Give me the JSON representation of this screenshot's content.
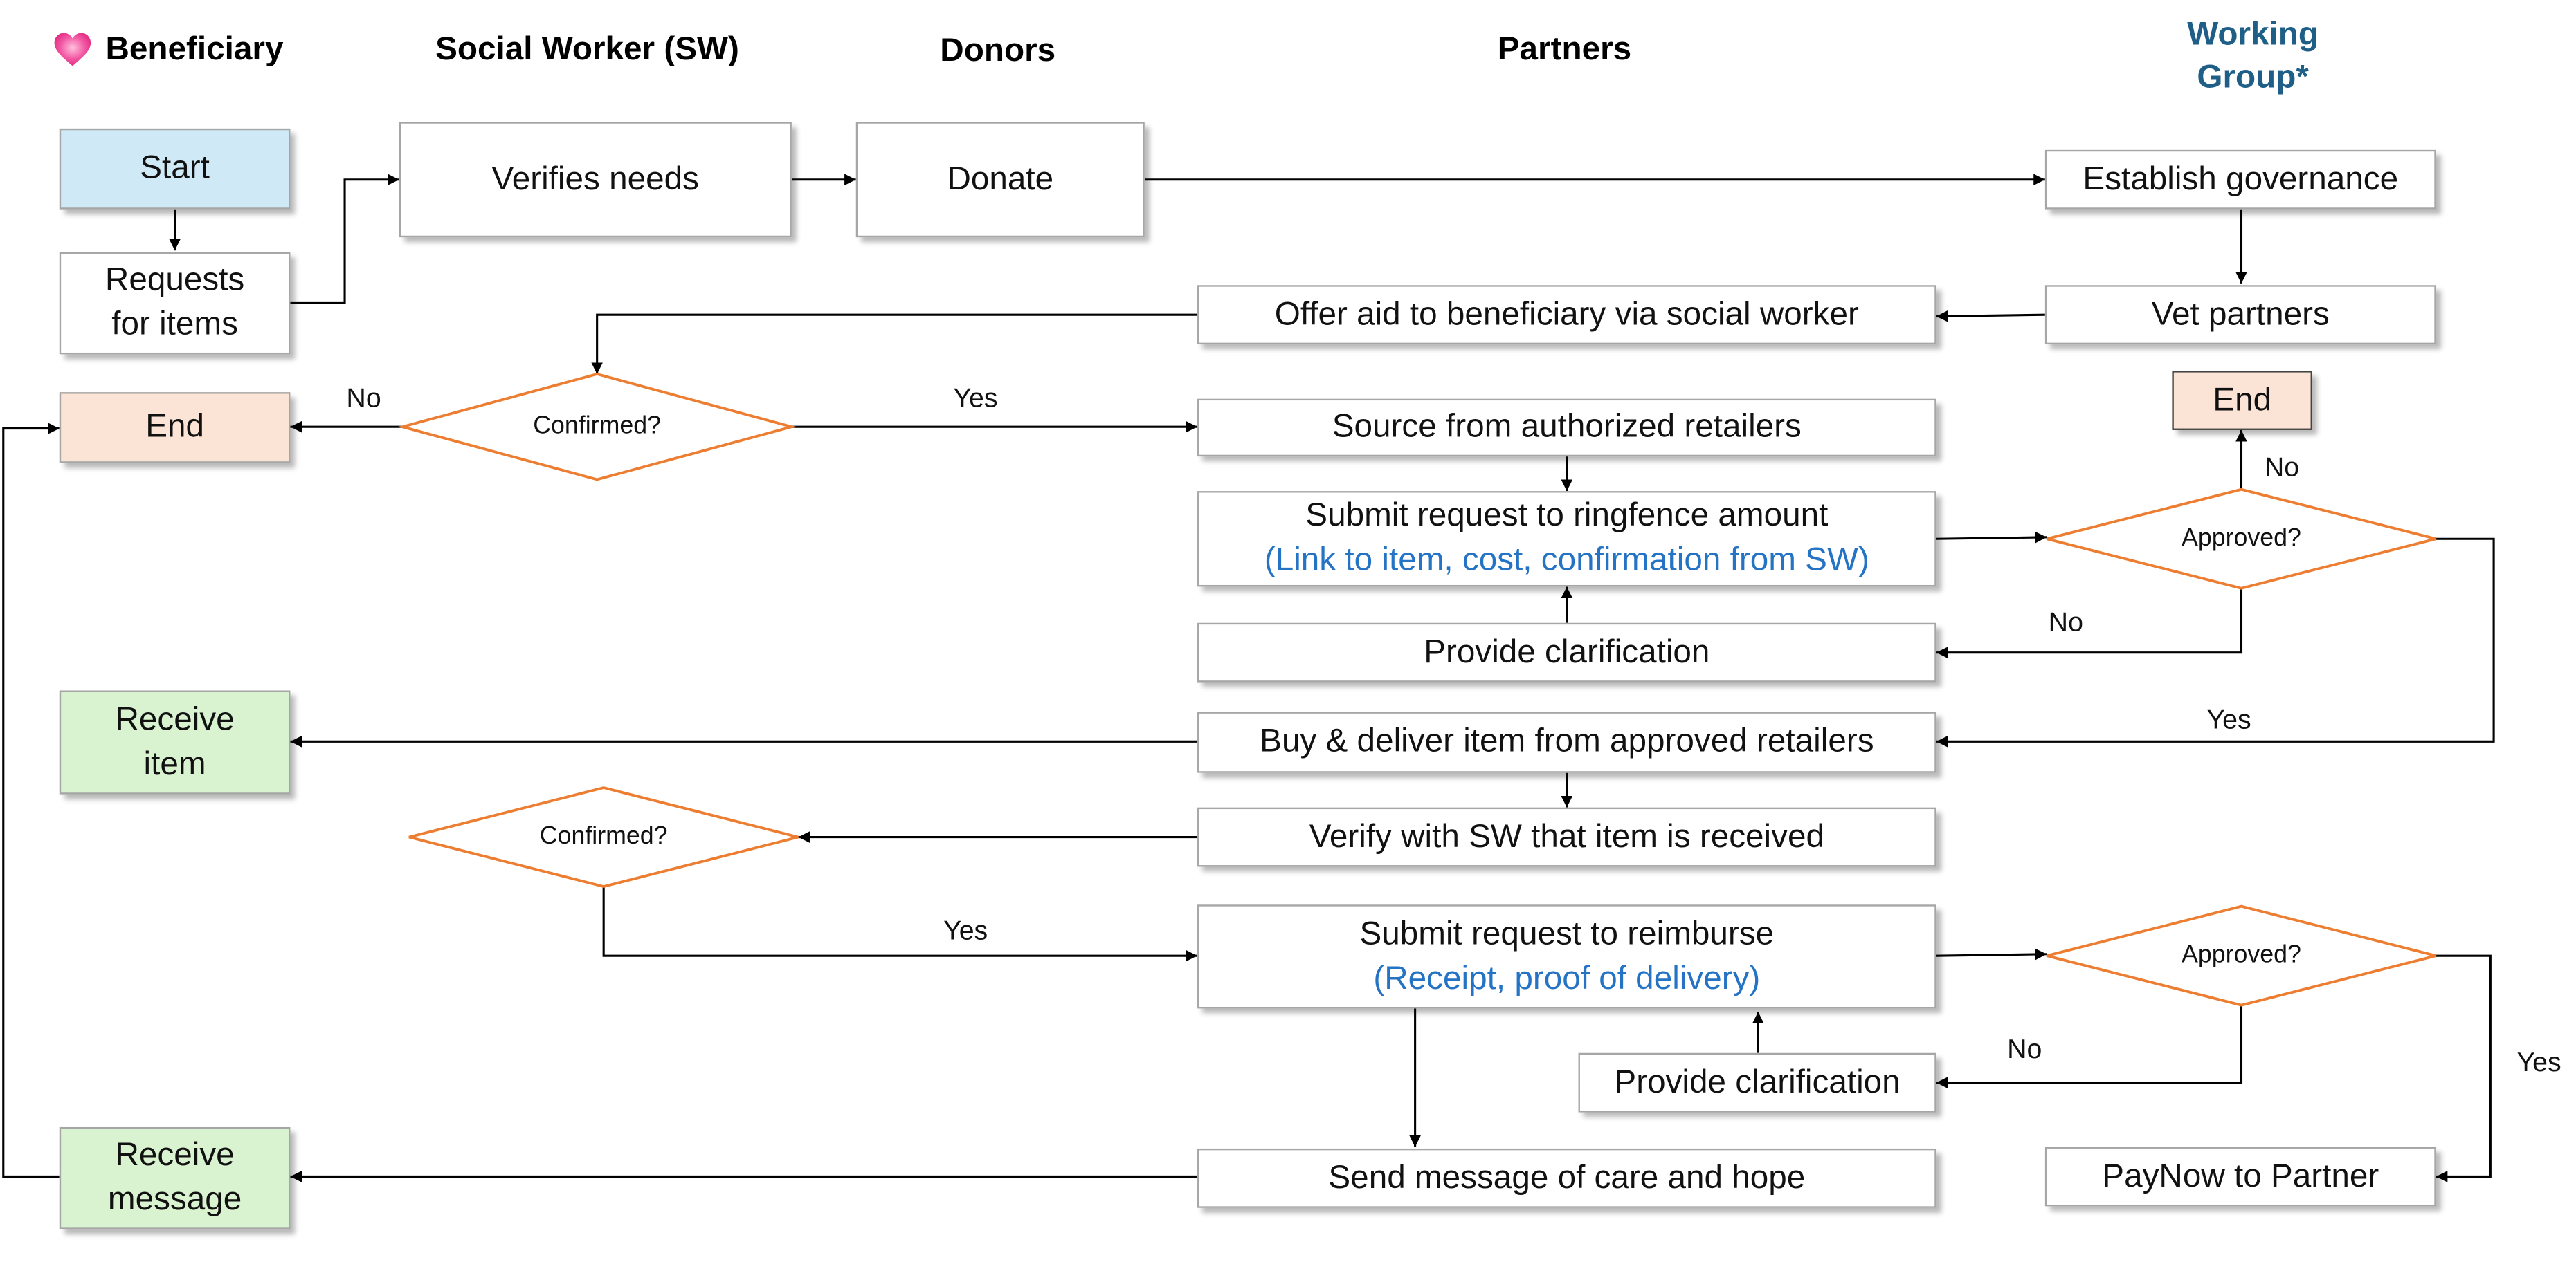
{
  "headers": {
    "beneficiary": "Beneficiary",
    "social_worker": "Social Worker (SW)",
    "donors": "Donors",
    "partners": "Partners",
    "working_group_line1": "Working",
    "working_group_line2": "Group*"
  },
  "nodes": {
    "start": "Start",
    "requests_line1": "Requests",
    "requests_line2": "for items",
    "verifies_needs": "Verifies needs",
    "donate": "Donate",
    "establish_governance": "Establish governance",
    "vet_partners": "Vet partners",
    "offer_aid": "Offer aid to beneficiary via social worker",
    "end_left": "End",
    "confirmed_1": "Confirmed?",
    "source_retailers": "Source from authorized retailers",
    "end_right": "End",
    "ringfence_line1": "Submit request to ringfence amount",
    "ringfence_line2": "(Link to item, cost, confirmation from SW)",
    "approved_1": "Approved?",
    "clarification_1": "Provide clarification",
    "receive_item_line1": "Receive",
    "receive_item_line2": "item",
    "buy_deliver": "Buy & deliver item from approved retailers",
    "confirmed_2": "Confirmed?",
    "verify_received": "Verify with SW that item is received",
    "reimburse_line1": "Submit request to reimburse",
    "reimburse_line2": "(Receipt, proof of delivery)",
    "approved_2": "Approved?",
    "clarification_2": "Provide clarification",
    "receive_message_line1": "Receive",
    "receive_message_line2": "message",
    "send_message": "Send message of care and hope",
    "paynow": "PayNow to Partner"
  },
  "edge_labels": {
    "no_confirm1": "No",
    "yes_confirm1": "Yes",
    "no_approved1_up": "No",
    "no_approved1_down": "No",
    "yes_approved1": "Yes",
    "yes_confirm2": "Yes",
    "no_approved2": "No",
    "yes_approved2": "Yes"
  },
  "colors": {
    "start_fill": "#cfe9f7",
    "end_fill": "#fbe3d6",
    "receive_fill": "#d9f2d0",
    "decision_stroke": "#ed7d31",
    "working_group_text": "#1f5f87",
    "note_text": "#2473c4"
  },
  "icons": {
    "beneficiary": "heart-icon"
  }
}
